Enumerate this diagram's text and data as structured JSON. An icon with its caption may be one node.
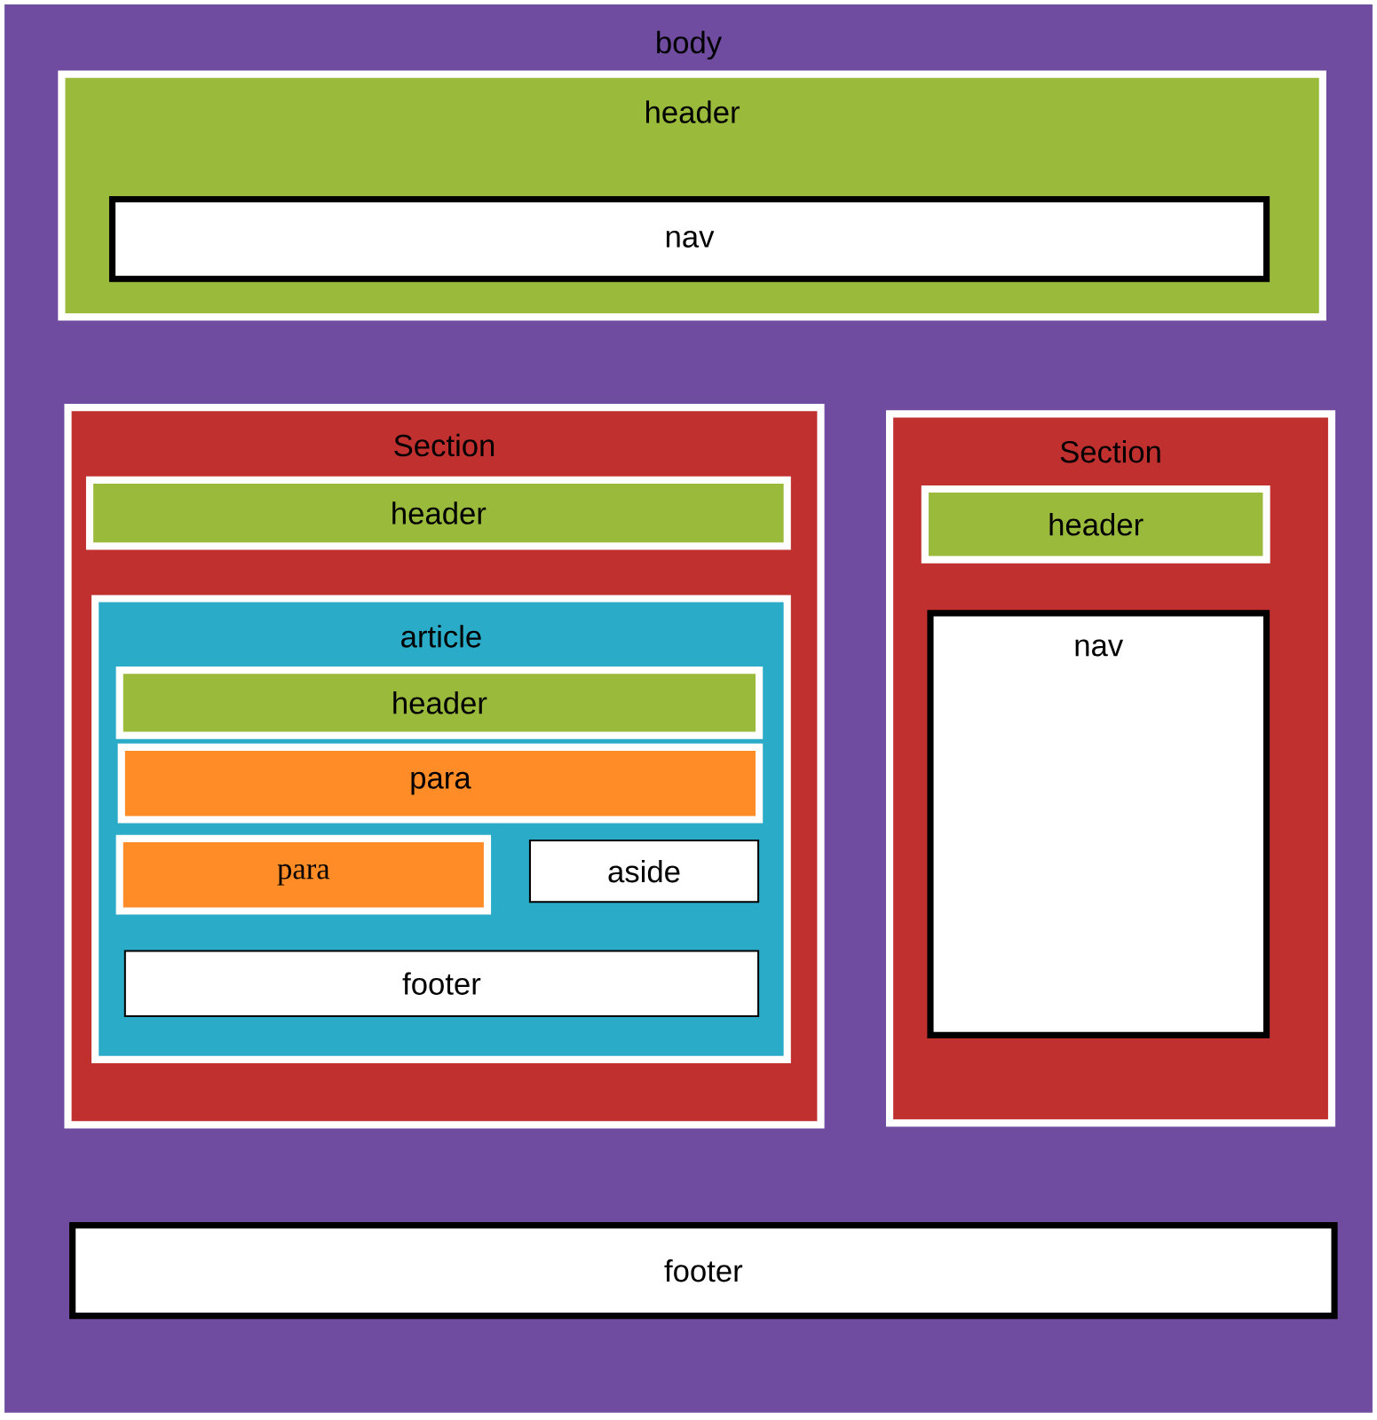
{
  "diagram": {
    "nodes": [
      {
        "text": [
          "body"
        ]
      },
      {
        "text": [
          "header"
        ],
        "in": 0
      },
      {
        "text": [
          "nav"
        ],
        "in": 1
      },
      {
        "text": [
          "Section"
        ],
        "in": 0
      },
      {
        "text": [
          "header"
        ],
        "in": 3
      },
      {
        "text": [
          "article"
        ],
        "in": 3
      },
      {
        "text": [
          "header"
        ],
        "in": 5
      },
      {
        "text": [
          "para"
        ],
        "in": 5
      },
      {
        "text": [
          "para"
        ],
        "in": 5
      },
      {
        "text": [
          "aside"
        ],
        "in": 5
      },
      {
        "text": [
          "footer"
        ],
        "in": 5
      },
      {
        "text": [
          "Section"
        ],
        "in": 0
      },
      {
        "text": [
          "header"
        ],
        "in": 11
      },
      {
        "text": [
          "nav"
        ],
        "in": 11
      },
      {
        "text": [
          "footer"
        ],
        "in": 0
      }
    ]
  }
}
